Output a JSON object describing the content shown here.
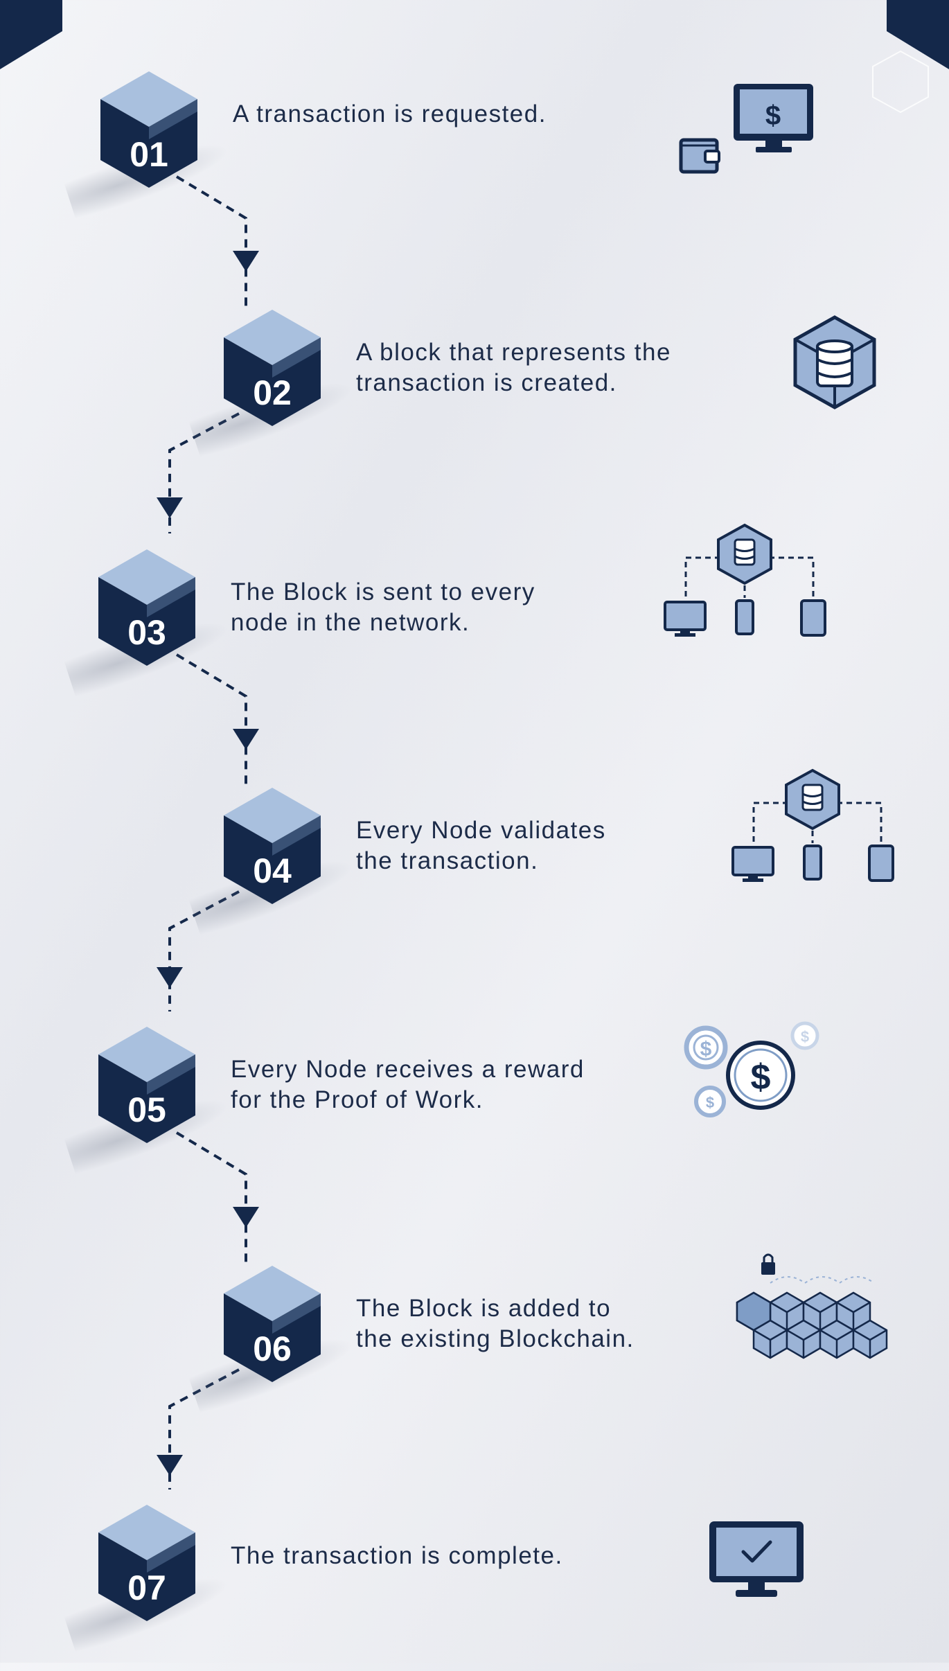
{
  "steps": [
    {
      "number": "01",
      "text": "A transaction is requested.",
      "icon": "wallet-monitor-dollar-icon"
    },
    {
      "number": "02",
      "text": "A block that represents the\ntransaction is created.",
      "icon": "database-block-icon"
    },
    {
      "number": "03",
      "text": "The Block is sent to every\nnode in the network.",
      "icon": "network-distribution-icon"
    },
    {
      "number": "04",
      "text": "Every Node validates\nthe transaction.",
      "icon": "network-validation-icon"
    },
    {
      "number": "05",
      "text": "Every Node receives a reward\nfor the Proof of Work.",
      "icon": "coins-reward-icon"
    },
    {
      "number": "06",
      "text": "The Block is added to\nthe existing Blockchain.",
      "icon": "blockchain-cubes-icon"
    },
    {
      "number": "07",
      "text": "The transaction is complete.",
      "icon": "monitor-checkmark-icon"
    }
  ],
  "colors": {
    "dark_navy": "#14284a",
    "cube_top": "#a9c0de",
    "cube_side_light": "#7f9dc6",
    "icon_fill": "#9bb3d6",
    "text": "#1c2b48",
    "background": "#eceef2"
  }
}
